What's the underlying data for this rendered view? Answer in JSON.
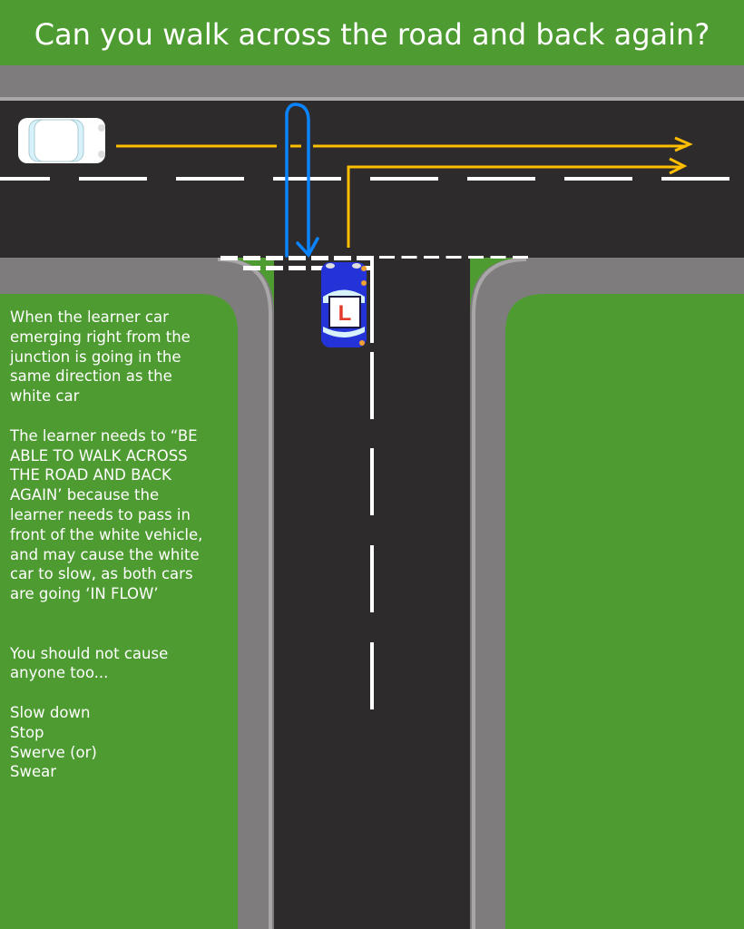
{
  "title": "Can you walk across the road and back again?",
  "notes": {
    "p1": [
      "When the learner car",
      "emerging right from the",
      "junction is going in the",
      "same direction as the",
      "white car"
    ],
    "p2": [
      "The learner needs to “BE",
      "ABLE TO WALK ACROSS",
      "THE ROAD AND BACK",
      "AGAIN’ because the",
      "learner needs to pass in",
      "front of the white vehicle,",
      "and may cause the white",
      "car to slow, as both cars",
      "are going ‘IN FLOW’"
    ],
    "p3": [
      "You should not cause",
      "anyone too..."
    ],
    "p4": [
      "Slow down",
      "Stop",
      "Swerve (or)",
      "Swear"
    ]
  },
  "learner_plate": "L",
  "colors": {
    "grass": "#4e9b32",
    "road": "#2d2b2c",
    "pavement": "#7f7c7e",
    "path_yellow": "#ffbf00",
    "path_blue": "#0a84ff",
    "learner_car": "#2433d8",
    "plate_red": "#e53a2a"
  }
}
